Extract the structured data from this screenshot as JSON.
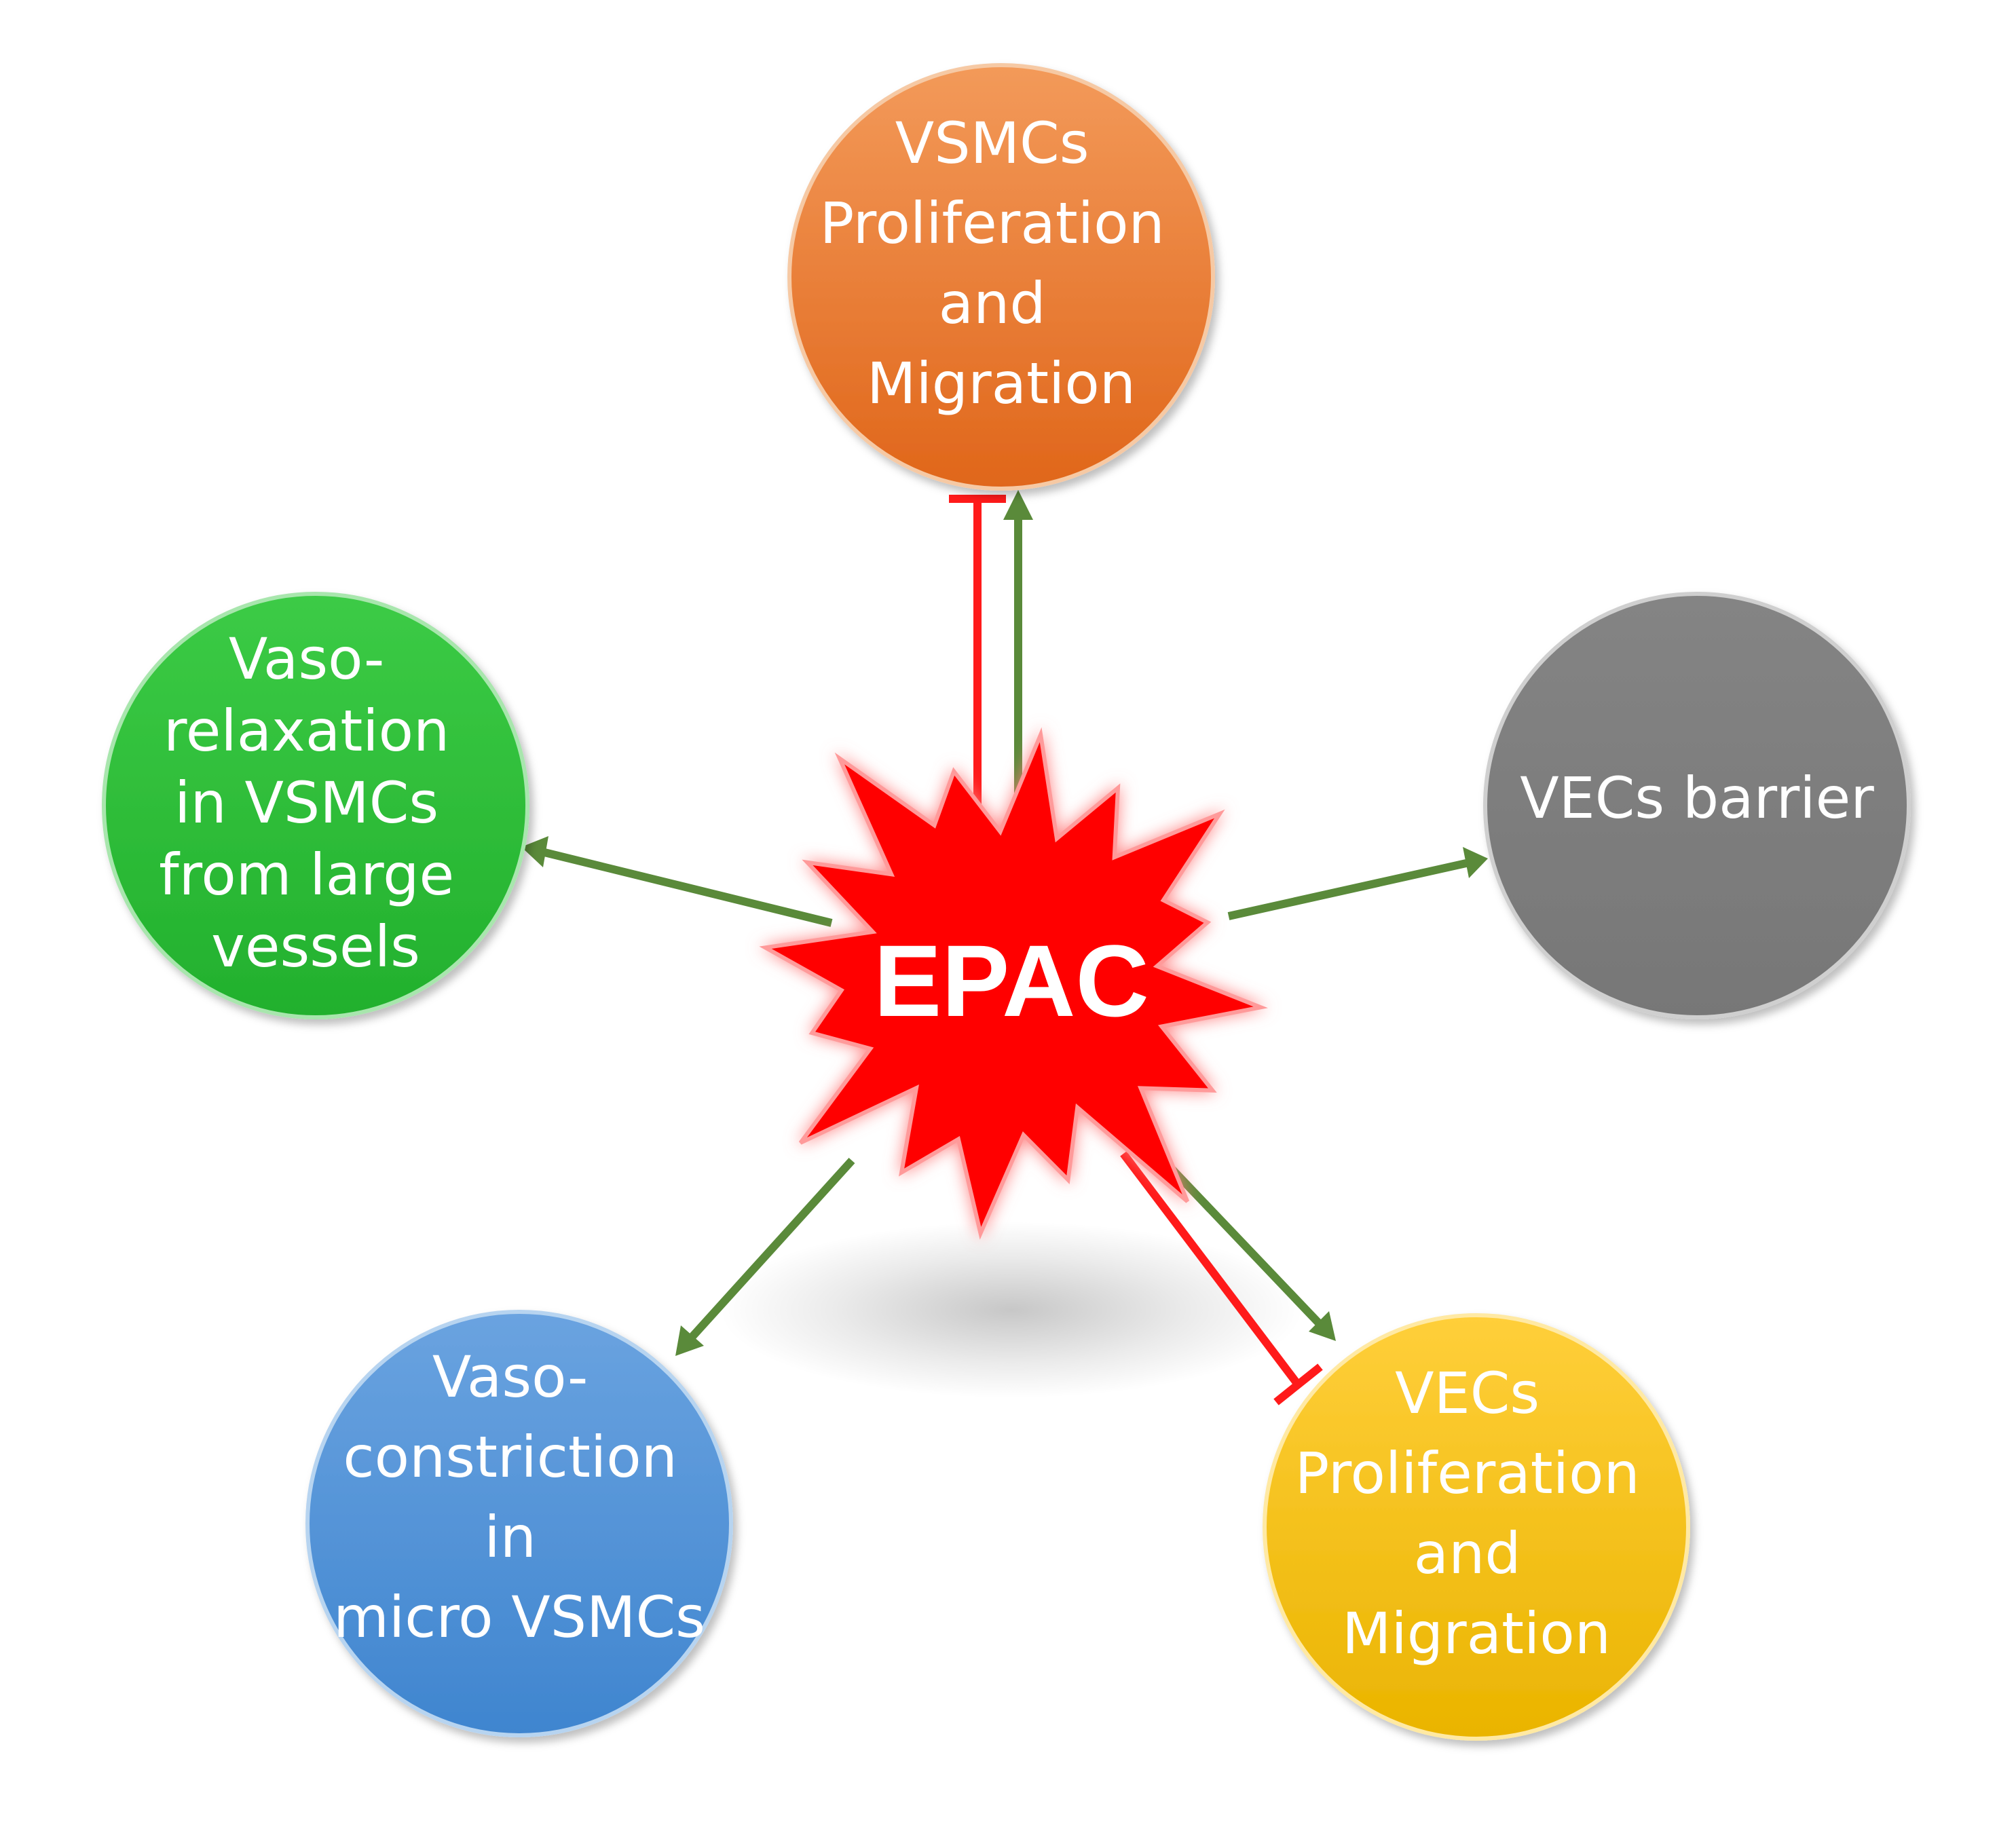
{
  "center": {
    "label": "EPAC",
    "color": "#ff0000"
  },
  "nodes": [
    {
      "id": "top",
      "lines": [
        "VSMCs",
        "Proliferation",
        "and",
        "Migration"
      ],
      "color": "#ef7b2a"
    },
    {
      "id": "left",
      "lines": [
        "Vaso-",
        "relaxation",
        "in VSMCs",
        "from large",
        "vessels"
      ],
      "color": "#2fbf3a"
    },
    {
      "id": "right",
      "lines": [
        "VECs barrier"
      ],
      "color": "#7f7f7f"
    },
    {
      "id": "bottom-left",
      "lines": [
        "Vaso-",
        "constriction",
        "in",
        "micro VSMCs"
      ],
      "color": "#4a8ed6"
    },
    {
      "id": "bottom-right",
      "lines": [
        "VECs",
        "Proliferation",
        "and",
        "Migration"
      ],
      "color": "#f7bf10"
    }
  ],
  "colors": {
    "activation": "#5a8a3a",
    "inhibition": "#ff1a1a"
  }
}
